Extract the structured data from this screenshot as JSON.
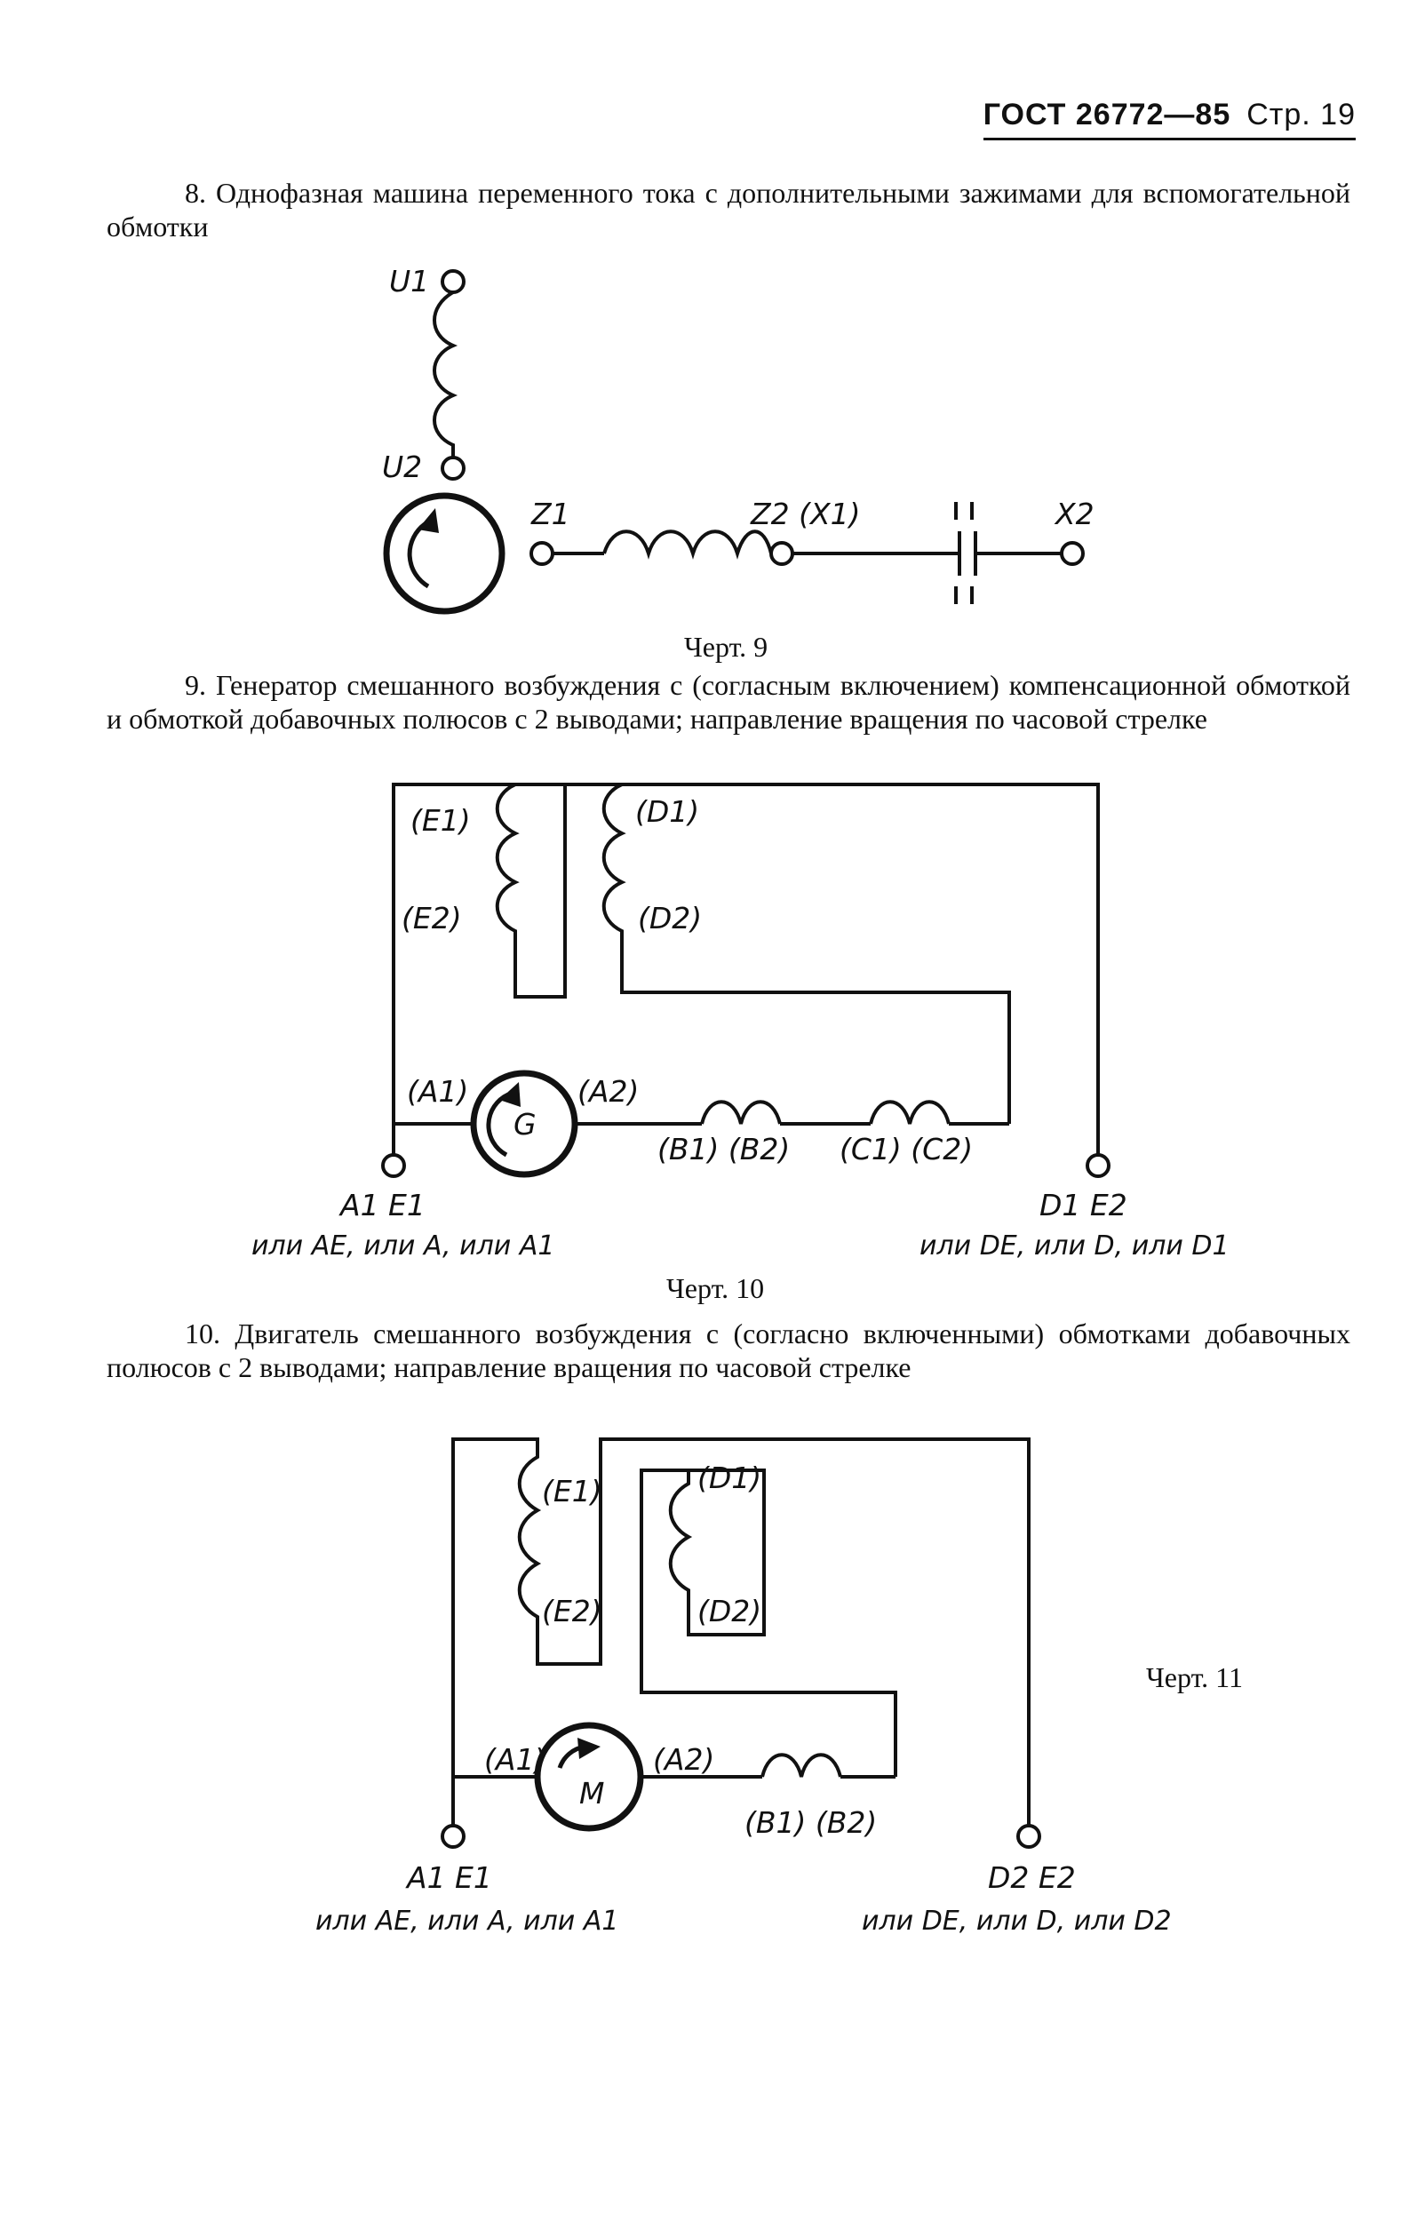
{
  "header": {
    "standard": "ГОСТ 26772—85",
    "page": "Стр. 19"
  },
  "item8": {
    "text": "8. Однофазная машина переменного тока с дополнительными зажимами для вспомогательной обмотки",
    "caption": "Черт. 9",
    "labels": {
      "u1": "U1",
      "u2": "U2",
      "z1": "Z1",
      "z2x1": "Z2 (X1)",
      "x2": "X2"
    }
  },
  "item9": {
    "text": "9. Генератор смешанного возбуждения с (согласным включением) компенсационной обмоткой и обмоткой добавочных полюсов с 2 выводами; направление вращения по часовой стрелке",
    "caption": "Черт. 10",
    "labels": {
      "e1": "(E1)",
      "e2": "(E2)",
      "d1": "(D1)",
      "d2": "(D2)",
      "a1": "(A1)",
      "a2": "(A2)",
      "g": "G",
      "b1b2": "(B1) (B2)",
      "c1c2": "(C1) (C2)",
      "left_term": "A1 E1",
      "left_alt": "или AE, или A, или A1",
      "right_term": "D1 E2",
      "right_alt": "или DE, или D, или D1"
    }
  },
  "item10": {
    "text": "10. Двигатель смешанного возбуждения с (согласно включенными) обмотками добавочных полюсов с 2 выводами; направление вращения по часовой стрелке",
    "caption": "Черт. 11",
    "labels": {
      "e1": "(E1)",
      "e2": "(E2)",
      "d1": "(D1)",
      "d2": "(D2)",
      "a1": "(A1)",
      "a2": "(A2)",
      "m": "M",
      "b1b2": "(B1) (B2)",
      "left_term": "A1 E1",
      "left_alt": "или AE, или A, или A1",
      "right_term": "D2 E2",
      "right_alt": "или DE, или D, или D2"
    }
  }
}
